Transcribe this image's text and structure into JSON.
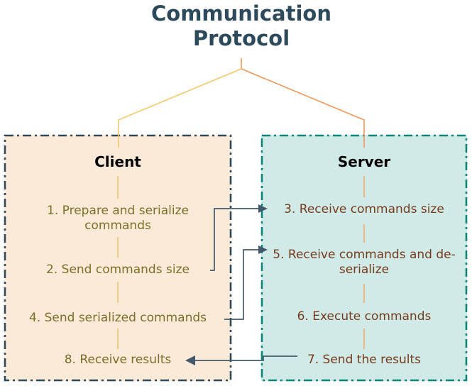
{
  "title": "Communication Protocol",
  "client": {
    "title": "Client",
    "steps": [
      "1. Prepare and serialize commands",
      "2. Send commands size",
      "4. Send serialized commands",
      "8. Receive results"
    ]
  },
  "server": {
    "title": "Server",
    "steps": [
      "3. Receive commands size",
      "5. Receive commands and de-serialize",
      "6. Execute commands",
      "7. Send the results"
    ]
  },
  "connections": [
    {
      "from": "2. Send commands size",
      "to": "3. Receive commands size"
    },
    {
      "from": "4. Send serialized commands",
      "to": "5. Receive commands and de-serialize"
    },
    {
      "from": "7. Send the results",
      "to": "8. Receive results"
    }
  ],
  "colors": {
    "title_color": "#2d4a5c",
    "client_bg": "#fcead9",
    "client_border": "#2e4a5a",
    "client_text": "#7d6f28",
    "client_dash": "#e6c36a",
    "server_bg": "#d0ebe7",
    "server_border": "#0b8579",
    "server_text": "#773a1d",
    "server_dash": "#f2a869",
    "branch_left": "#f5c76d",
    "branch_right": "#f0985a",
    "connector_color": "#42596b"
  }
}
